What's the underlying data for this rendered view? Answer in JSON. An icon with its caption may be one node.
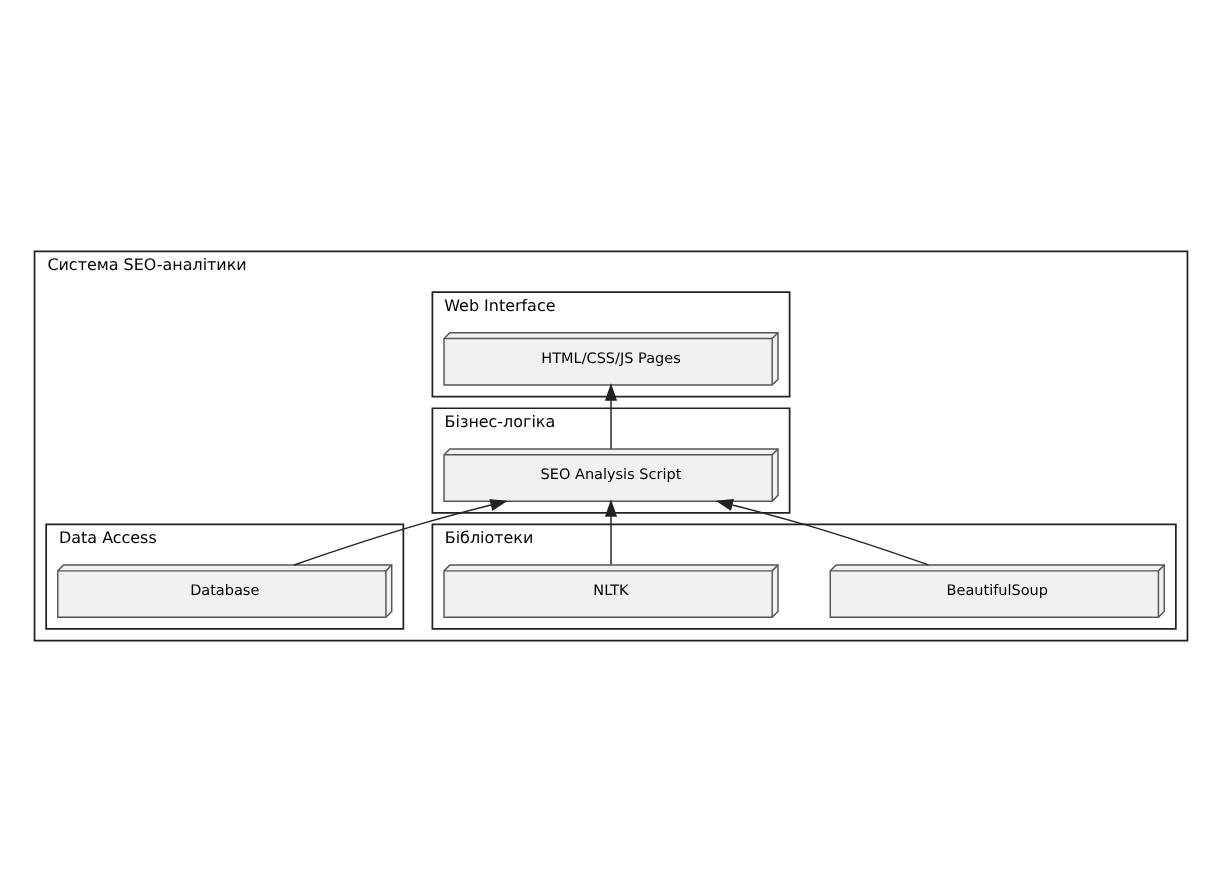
{
  "diagram": {
    "nodes": [
      {
        "text": [
          "Система SEO-аналітики"
        ]
      },
      {
        "text": [
          "Web Interface"
        ],
        "in": 0
      },
      {
        "text": [
          "HTML/CSS/JS Pages"
        ],
        "in": 1
      },
      {
        "text": [
          "Бібліотеки"
        ],
        "in": 0
      },
      {
        "text": [
          "BeautifulSoup"
        ],
        "in": 3
      },
      {
        "text": [
          "NLTK"
        ],
        "in": 3
      },
      {
        "text": [
          "Бізнес-логіка"
        ],
        "in": 0
      },
      {
        "text": [
          "SEO Analysis Script"
        ],
        "in": 6
      },
      {
        "text": [
          "Data Access"
        ],
        "in": 0
      },
      {
        "text": [
          "Database"
        ],
        "in": 8
      }
    ],
    "edges": [
      {
        "from": 4,
        "to": 7,
        "arrow": "to"
      },
      {
        "from": 5,
        "to": 7,
        "arrow": "to"
      },
      {
        "from": 7,
        "to": 2,
        "arrow": "to"
      },
      {
        "from": 9,
        "to": 7,
        "arrow": "to"
      }
    ]
  }
}
